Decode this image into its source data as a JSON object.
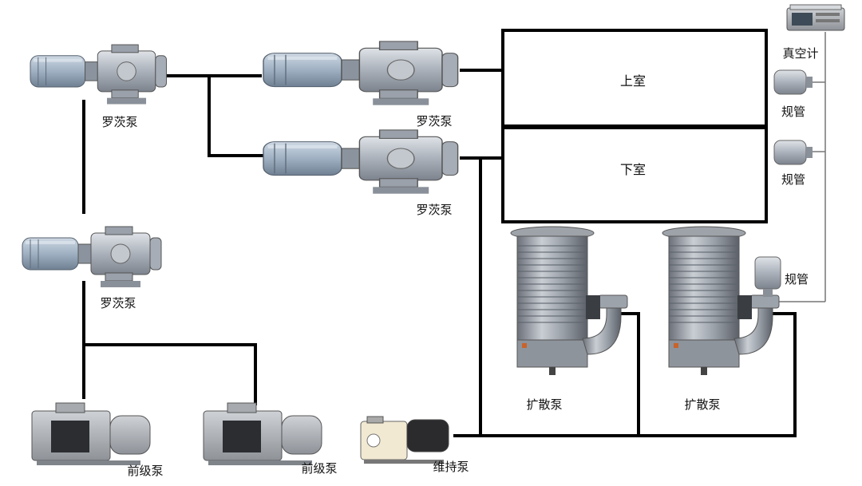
{
  "chambers": {
    "upper": "上室",
    "lower": "下室"
  },
  "labels": {
    "gauge_controller": "真空计",
    "gauge_1": "规管",
    "gauge_2": "规管",
    "gauge_3": "规管",
    "roots_top_left": "罗茨泵",
    "roots_upper": "罗茨泵",
    "roots_lower": "罗茨泵",
    "roots_mid_left": "罗茨泵",
    "diffusion_1": "扩散泵",
    "diffusion_2": "扩散泵",
    "fore_1": "前级泵",
    "fore_2": "前级泵",
    "holding": "维持泵"
  },
  "colors": {
    "line": "#000000",
    "thin_line": "#666666",
    "metal": "#b9bec5",
    "metal_dark": "#7d8590",
    "motor": "#a9b8c8",
    "accent": "#c8632a"
  }
}
